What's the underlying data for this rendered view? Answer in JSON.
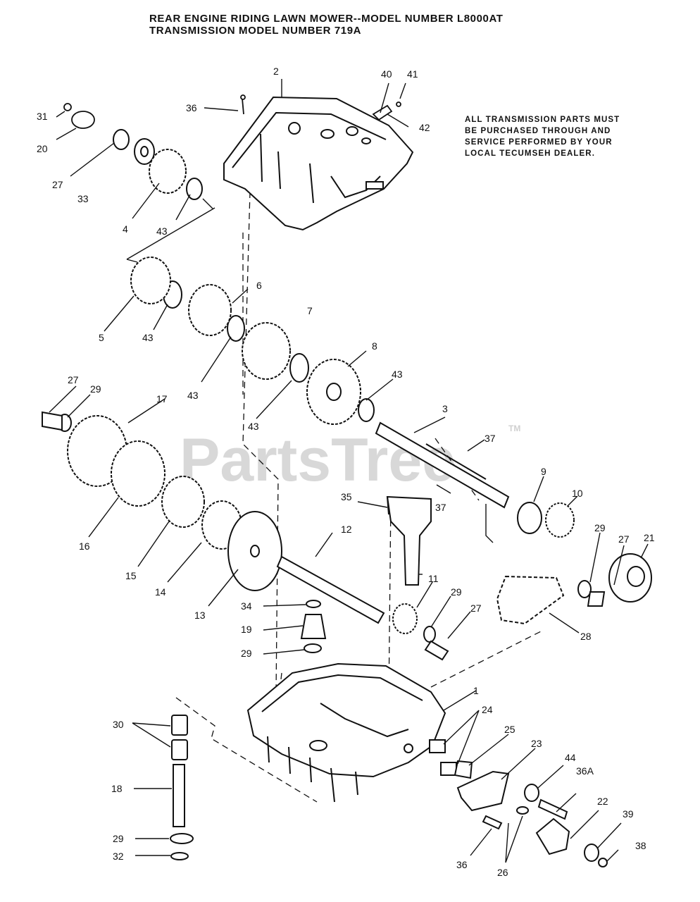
{
  "header": {
    "line1": "REAR ENGINE RIDING LAWN MOWER--MODEL NUMBER  L8000AT",
    "line2": "TRANSMISSION  MODEL NUMBER 719A"
  },
  "note": {
    "line1": "ALL TRANSMISSION PARTS MUST",
    "line2": "BE PURCHASED THROUGH AND",
    "line3": "SERVICE PERFORMED BY YOUR",
    "line4": "LOCAL TECUMSEH DEALER."
  },
  "watermark": {
    "text": "PartsTree",
    "tm": "TM"
  },
  "callouts": {
    "c2": "2",
    "c40": "40",
    "c41": "41",
    "c36a": "36",
    "c42": "42",
    "c31": "31",
    "c20": "20",
    "c27a": "27",
    "c33": "33",
    "c4": "4",
    "c43a": "43",
    "c6": "6",
    "c7": "7",
    "c5": "5",
    "c43b": "43",
    "c43c": "43",
    "c8": "8",
    "c43d": "43",
    "c43e": "43",
    "c27b": "27",
    "c29a": "29",
    "c17": "17",
    "c3": "3",
    "c37a": "37",
    "c37b": "37",
    "c9": "9",
    "c10": "10",
    "c29b": "29",
    "c27c": "27",
    "c21": "21",
    "c35": "35",
    "c12": "12",
    "c16": "16",
    "c15": "15",
    "c14": "14",
    "c13": "13",
    "c11": "11",
    "c29c": "29",
    "c27d": "27",
    "c28": "28",
    "c34": "34",
    "c19": "19",
    "c29d": "29",
    "c1": "1",
    "c24": "24",
    "c25": "25",
    "c30": "30",
    "c23": "23",
    "c44": "44",
    "c36A": "36A",
    "c18": "18",
    "c22": "22",
    "c39": "39",
    "c29e": "29",
    "c38": "38",
    "c32": "32",
    "c36b": "36",
    "c26": "26"
  }
}
